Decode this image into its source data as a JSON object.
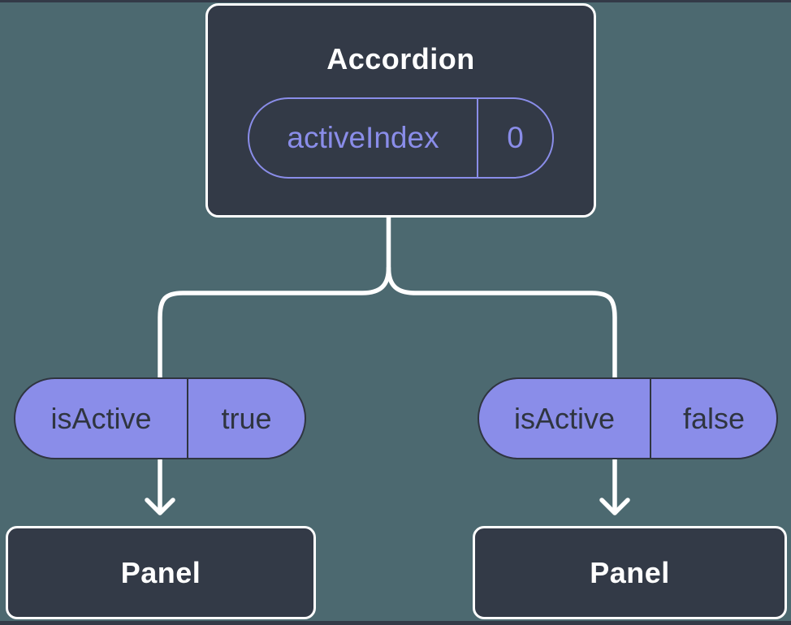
{
  "colors": {
    "bg": "#4C6970",
    "node": "#333A47",
    "line": "#FFFFFF",
    "purple": "#8A8DE9",
    "pill": "#8A8DE9",
    "ink": "#2F3540",
    "text-light": "#FFFFFF"
  },
  "root_node": {
    "title": "Accordion",
    "prop": {
      "name": "activeIndex",
      "value": "0"
    }
  },
  "branches": [
    {
      "state": {
        "name": "isActive",
        "value": "true"
      },
      "child": {
        "title": "Panel"
      }
    },
    {
      "state": {
        "name": "isActive",
        "value": "false"
      },
      "child": {
        "title": "Panel"
      }
    }
  ]
}
